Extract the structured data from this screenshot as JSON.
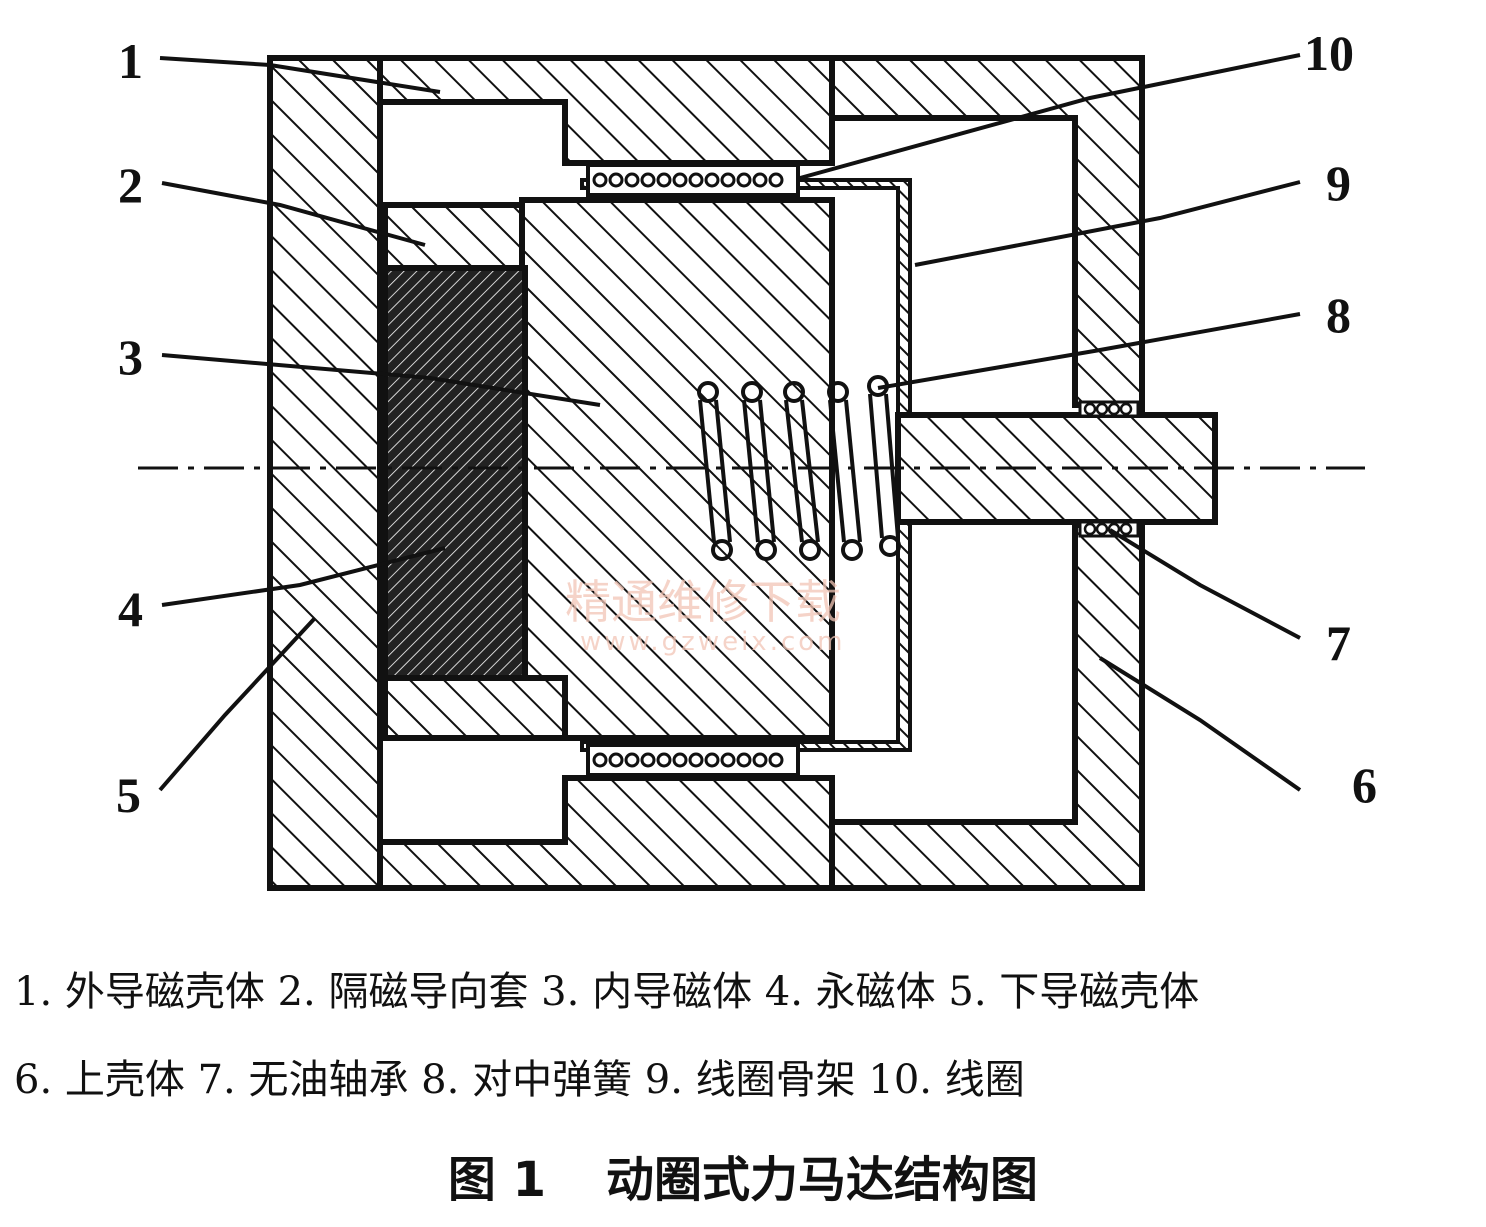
{
  "callouts": {
    "c1": "1",
    "c2": "2",
    "c3": "3",
    "c4": "4",
    "c5": "5",
    "c6": "6",
    "c7": "7",
    "c8": "8",
    "c9": "9",
    "c10": "10"
  },
  "watermark": {
    "text": "精通维修下载",
    "url": "www.gzweix.com"
  },
  "legend": {
    "line1": "1. 外导磁壳体 2. 隔磁导向套 3. 内导磁体 4. 永磁体 5. 下导磁壳体",
    "line2": "6. 上壳体 7. 无油轴承 8. 对中弹簧 9. 线圈骨架 10. 线圈"
  },
  "caption": {
    "figure_no": "图 1",
    "title": "动圈式力马达结构图"
  },
  "colors": {
    "ink": "#111111",
    "watermark": "#f2c5b6",
    "background": "#ffffff"
  }
}
